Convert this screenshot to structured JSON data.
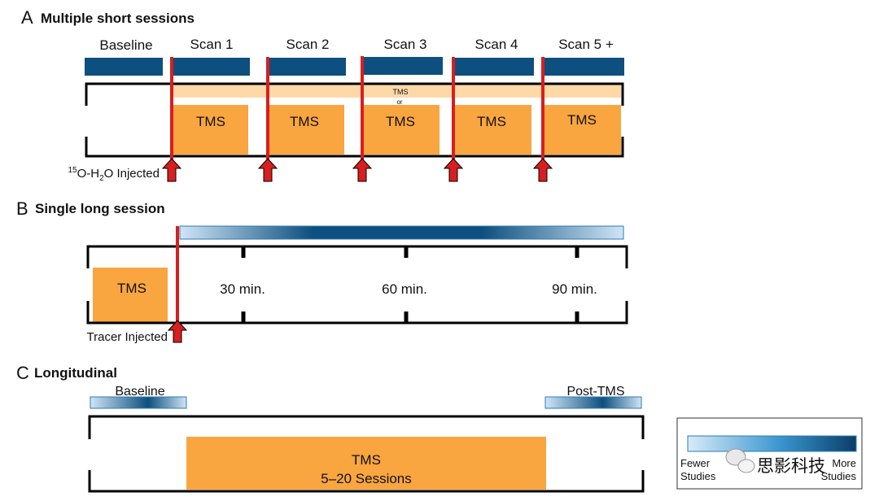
{
  "panel_a": {
    "letter": "A",
    "title": "Multiple short sessions",
    "scan_labels": [
      "Baseline",
      "Scan 1",
      "Scan 2",
      "Scan 3",
      "Scan 4",
      "Scan 5 +"
    ],
    "tms_label": "TMS",
    "tms_small_label": "TMS",
    "or_label": "or",
    "injected_prefix": "15",
    "injected_o": "O-H",
    "injected_sub": "2",
    "injected_suffix": "O Injected"
  },
  "panel_b": {
    "letter": "B",
    "title": "Single long session",
    "tms_label": "TMS",
    "tick_labels": [
      "30 min.",
      "60 min.",
      "90 min."
    ],
    "tracer_label": "Tracer Injected"
  },
  "panel_c": {
    "letter": "C",
    "title": "Longitudinal",
    "baseline_label": "Baseline",
    "post_label": "Post-TMS",
    "tms_line1": "TMS",
    "tms_line2": "5–20 Sessions"
  },
  "legend": {
    "fewer_line1": "Fewer",
    "fewer_line2": "Studies",
    "more_line1": "More",
    "more_line2": "Studies"
  },
  "watermark": "思影科技",
  "colors": {
    "navy": "#0d4f7e",
    "orange": "#f9a540",
    "light_orange": "#fdd9a8",
    "red": "#d81e1e",
    "light_blue": "#b7d7ee"
  }
}
